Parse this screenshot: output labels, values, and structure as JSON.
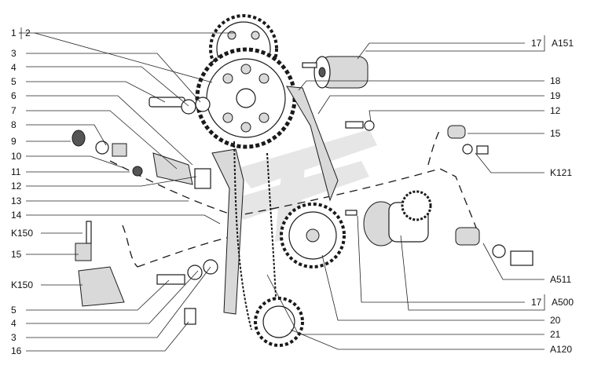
{
  "labels_left": [
    "1",
    "2",
    "3",
    "4",
    "5",
    "6",
    "7",
    "8",
    "9",
    "10",
    "11",
    "12",
    "13",
    "14",
    "K150",
    "15",
    "K150",
    "5",
    "4",
    "3",
    "16"
  ],
  "labels_right": [
    "17",
    "A151",
    "18",
    "19",
    "12",
    "15",
    "K121",
    "A511",
    "17",
    "A500",
    "20",
    "21",
    "A120"
  ],
  "watermark_icon": "brand-logo-watermark"
}
